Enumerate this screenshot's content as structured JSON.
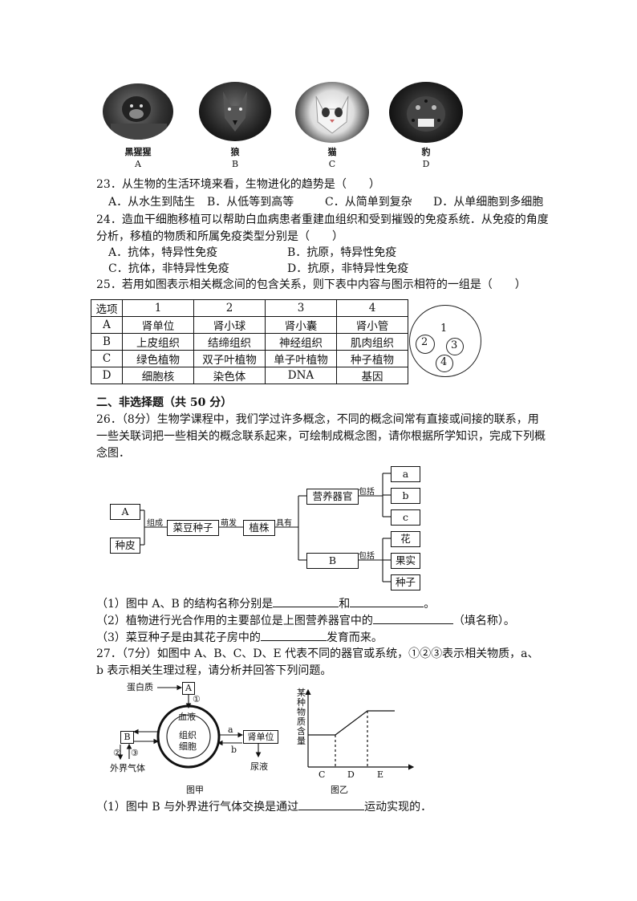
{
  "animals": [
    {
      "name": "黑猩猩",
      "letter": "A",
      "icon": "chimpanzee-photo"
    },
    {
      "name": "狼",
      "letter": "B",
      "icon": "wolf-photo"
    },
    {
      "name": "猫",
      "letter": "C",
      "icon": "cat-photo"
    },
    {
      "name": "豹",
      "letter": "D",
      "icon": "leopard-photo"
    }
  ],
  "q23": {
    "stem": "23．从生物的生活环境来看，生物进化的趋势是（　　）",
    "options": [
      "A．从水生到陆生",
      "B．从低等到高等",
      "C．从简单到复杂",
      "D．从单细胞到多细胞"
    ]
  },
  "q24": {
    "stem1": "24．造血干细胞移植可以帮助白血病患者重建血组织和受到摧毁的免疫系统．从免疫的角度",
    "stem2": "分析，移植的物质和所属免疫类型分别是（　　）",
    "options": [
      "A．抗体，特异性免疫",
      "B．抗原，特异性免疫",
      "C．抗体，非特异性免疫",
      "D．抗原，非特异性免疫"
    ]
  },
  "q25": {
    "stem": "25．若用如图表示相关概念间的包含关系，则下表中内容与图示相符的一组是（　　）",
    "header": [
      "选项",
      "1",
      "2",
      "3",
      "4"
    ],
    "rows": [
      [
        "A",
        "肾单位",
        "肾小球",
        "肾小囊",
        "肾小管"
      ],
      [
        "B",
        "上皮组织",
        "结缔组织",
        "神经组织",
        "肌肉组织"
      ],
      [
        "C",
        "绿色植物",
        "双子叶植物",
        "单子叶植物",
        "种子植物"
      ],
      [
        "D",
        "细胞核",
        "染色体",
        "DNA",
        "基因"
      ]
    ],
    "circle_labels": [
      "1",
      "2",
      "3",
      "4"
    ]
  },
  "section2": "二、非选择题（共 50 分）",
  "q26": {
    "stem1": "26．（8分）生物学课程中，我们学过许多概念，不同的概念间常有直接或间接的联系，用",
    "stem2": "一些关联词把一些相关的概念联系起来，可绘制成概念图，请你根据所学知识，完成下列概",
    "stem3": "念图．",
    "diagram": {
      "A": "A",
      "seedcoat": "种皮",
      "compose": "组成",
      "seed": "菜豆种子",
      "germinate": "萌发",
      "plant": "植株",
      "have": "具有",
      "veg": "营养器官",
      "B": "B",
      "include1": "包括",
      "include2": "包括",
      "a": "a",
      "b": "b",
      "c": "c",
      "flower": "花",
      "fruit": "果实",
      "seed2": "种子"
    },
    "sub1a": "（1）图中 A、B 的结构名称分别是",
    "sub1b": "和",
    "sub1c": "。",
    "sub2a": "（2）植物进行光合作用的主要部位是上图营养器官中的",
    "sub2b": "（填名称）。",
    "sub3a": "（3）菜豆种子是由其花子房中的",
    "sub3b": "发育而来。"
  },
  "q27": {
    "stem1": "27．（7分）如图中 A、B、C、D、E 代表不同的器官或系统，①②③表示相关物质，a、",
    "stem2": "b 表示相关生理过程，请分析并回答下列问题。",
    "fig1": {
      "protein": "蛋白质",
      "A": "A",
      "n1": "①",
      "blood": "血液",
      "tissue1": "组织",
      "tissue2": "细胞",
      "B": "B",
      "n2": "②",
      "n3": "③",
      "air": "外界气体",
      "kidney": "肾单位",
      "a": "a",
      "b": "b",
      "urine": "尿液",
      "caption": "图甲"
    },
    "fig2": {
      "ylabel": [
        "某",
        "种",
        "物",
        "质",
        "含",
        "量"
      ],
      "C": "C",
      "D": "D",
      "E": "E",
      "caption": "图乙"
    },
    "sub1a": "（1）图中 B 与外界进行气体交换是通过",
    "sub1b": "运动实现的．"
  }
}
